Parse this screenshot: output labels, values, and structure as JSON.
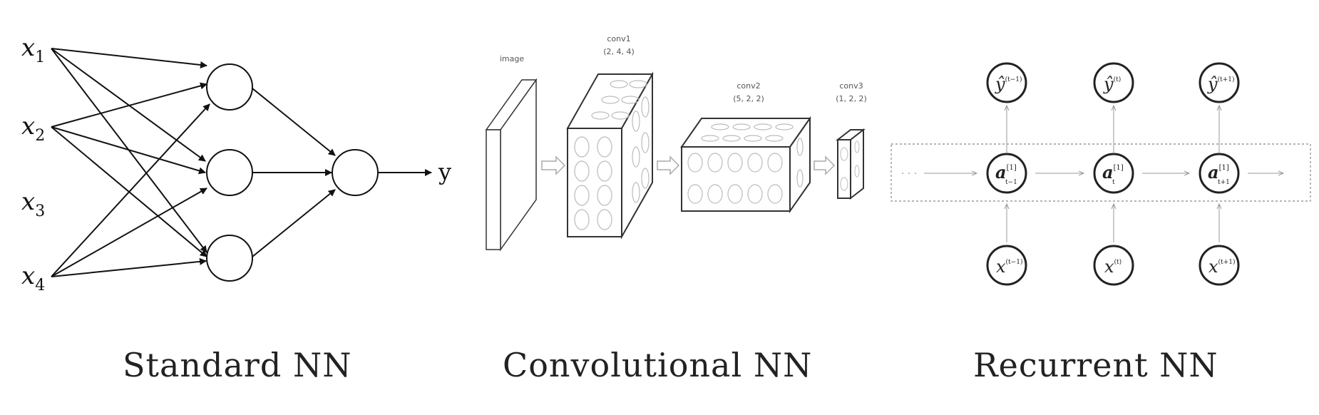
{
  "standard_nn": {
    "inputs": [
      {
        "base": "x",
        "sub": "1"
      },
      {
        "base": "x",
        "sub": "2"
      },
      {
        "base": "x",
        "sub": "3"
      },
      {
        "base": "x",
        "sub": "4"
      }
    ],
    "output": "y",
    "caption": "Standard NN"
  },
  "convolutional_nn": {
    "image_label": "image",
    "layers": [
      {
        "name": "conv1",
        "dims": "(2, 4, 4)"
      },
      {
        "name": "conv2",
        "dims": "(5, 2, 2)"
      },
      {
        "name": "conv3",
        "dims": "(1, 2, 2)"
      }
    ],
    "caption": "Convolutional NN"
  },
  "recurrent_nn": {
    "outputs": [
      {
        "base": "ŷ",
        "sup": "(t−1)"
      },
      {
        "base": "ŷ",
        "sup": "(t)"
      },
      {
        "base": "ŷ",
        "sup": "(t+1)"
      }
    ],
    "hidden": [
      {
        "base": "a",
        "sup": "[1]",
        "sub": "t−1"
      },
      {
        "base": "a",
        "sup": "[1]",
        "sub": "t"
      },
      {
        "base": "a",
        "sup": "[1]",
        "sub": "t+1"
      }
    ],
    "inputs": [
      {
        "base": "x",
        "sup": "(t−1)"
      },
      {
        "base": "x",
        "sup": "(t)"
      },
      {
        "base": "x",
        "sup": "(t+1)"
      }
    ],
    "ellipsis": "· · ·",
    "caption": "Recurrent NN"
  }
}
